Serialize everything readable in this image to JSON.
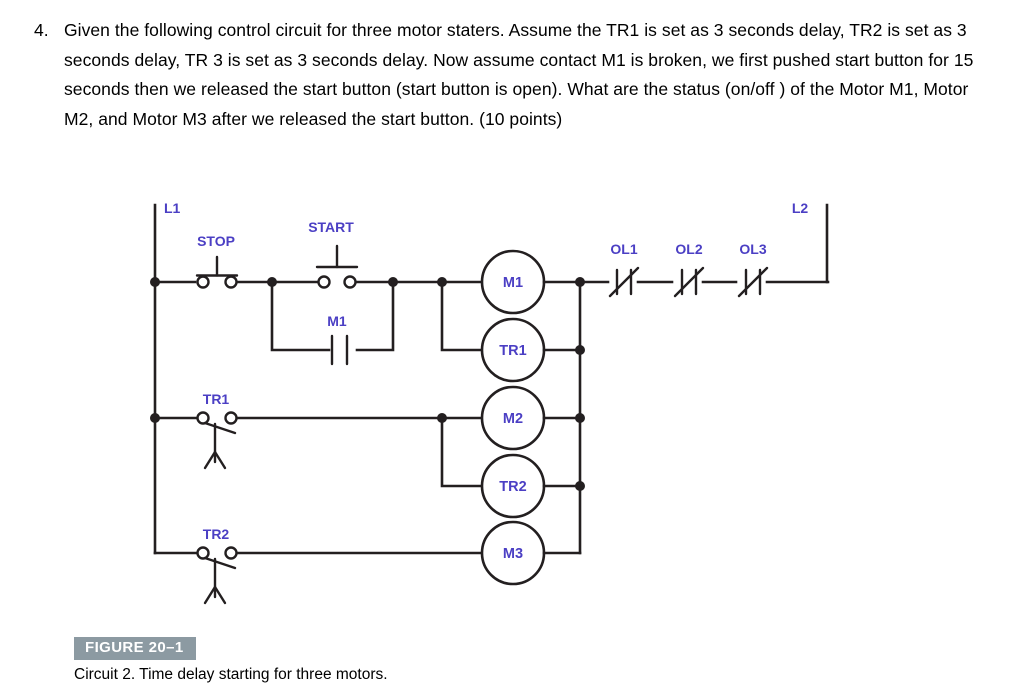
{
  "question": {
    "number": "4.",
    "text": "Given the following control circuit for three motor staters. Assume the TR1 is set as 3 seconds delay, TR2 is set as 3 seconds delay, TR 3 is set as 3 seconds delay. Now assume contact M1 is broken, we first pushed start button for 15 seconds then we released the start button (start button is open). What are the status (on/off ) of the Motor M1, Motor M2, and Motor M3 after we released the start button. (10 points)"
  },
  "diagram": {
    "rails": {
      "left_label": "L1",
      "right_label": "L2"
    },
    "contacts": {
      "stop": "STOP",
      "start": "START",
      "seal_in": "M1",
      "timer1": "TR1",
      "timer2": "TR2",
      "overload1": "OL1",
      "overload2": "OL2",
      "overload3": "OL3"
    },
    "coils": {
      "coil1": "M1",
      "coil2": "TR1",
      "coil3": "M2",
      "coil4": "TR2",
      "coil5": "M3"
    },
    "colors": {
      "label": "#4b3fc4",
      "wire": "#231f20",
      "badge": "#8c9aa2"
    }
  },
  "figure": {
    "badge": "FIGURE 20–1",
    "caption": "Circuit 2. Time delay starting for three motors."
  }
}
